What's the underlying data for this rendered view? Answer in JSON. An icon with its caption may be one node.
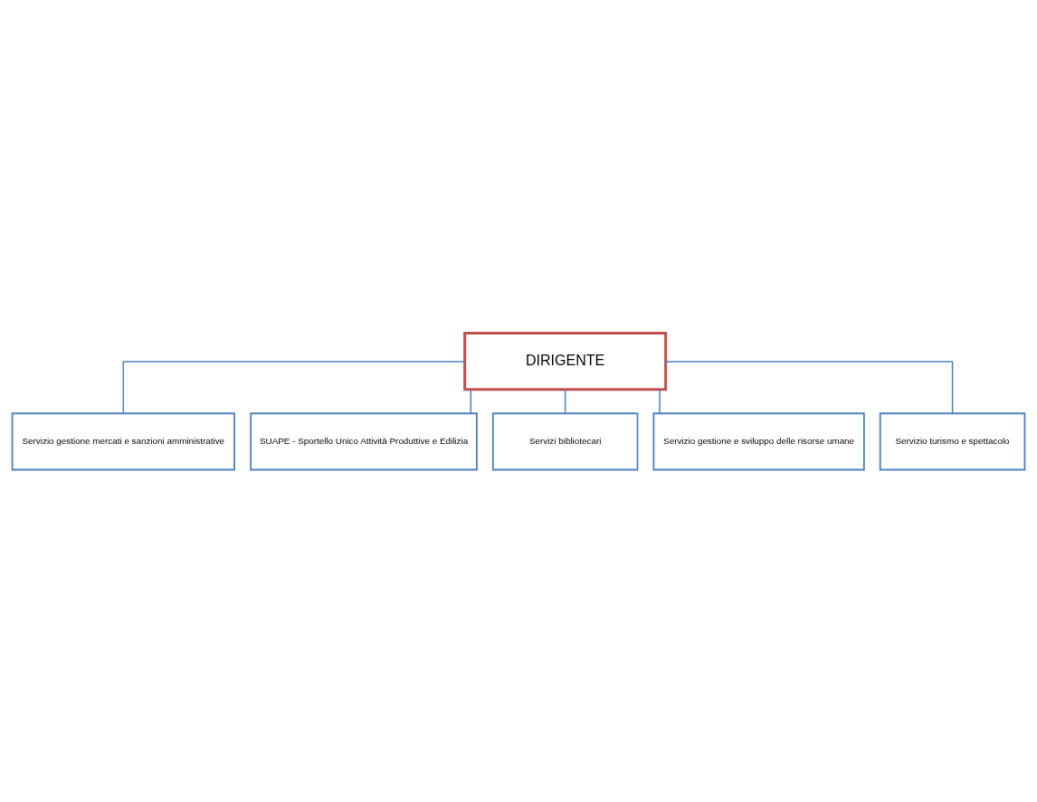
{
  "diagram": {
    "nodes": [
      {
        "text": [
          "DIRIGENTE"
        ]
      },
      {
        "text": [
          "Servizio gestione mercati e sanzioni amministrative"
        ]
      },
      {
        "text": [
          "SUAPE - Sportello Unico Attività Produttive e Edilizia"
        ]
      },
      {
        "text": [
          "Servizi bibliotecari"
        ]
      },
      {
        "text": [
          "Servizio gestione e sviluppo delle risorse umane"
        ]
      },
      {
        "text": [
          "Servizio turismo e spettacolo"
        ]
      }
    ],
    "edges": [
      {
        "from": 0,
        "to": 1,
        "arrow": "none"
      },
      {
        "from": 0,
        "to": 2,
        "arrow": "none"
      },
      {
        "from": 0,
        "to": 3,
        "arrow": "none"
      },
      {
        "from": 0,
        "to": 4,
        "arrow": "none"
      },
      {
        "from": 0,
        "to": 5,
        "arrow": "none"
      }
    ]
  }
}
